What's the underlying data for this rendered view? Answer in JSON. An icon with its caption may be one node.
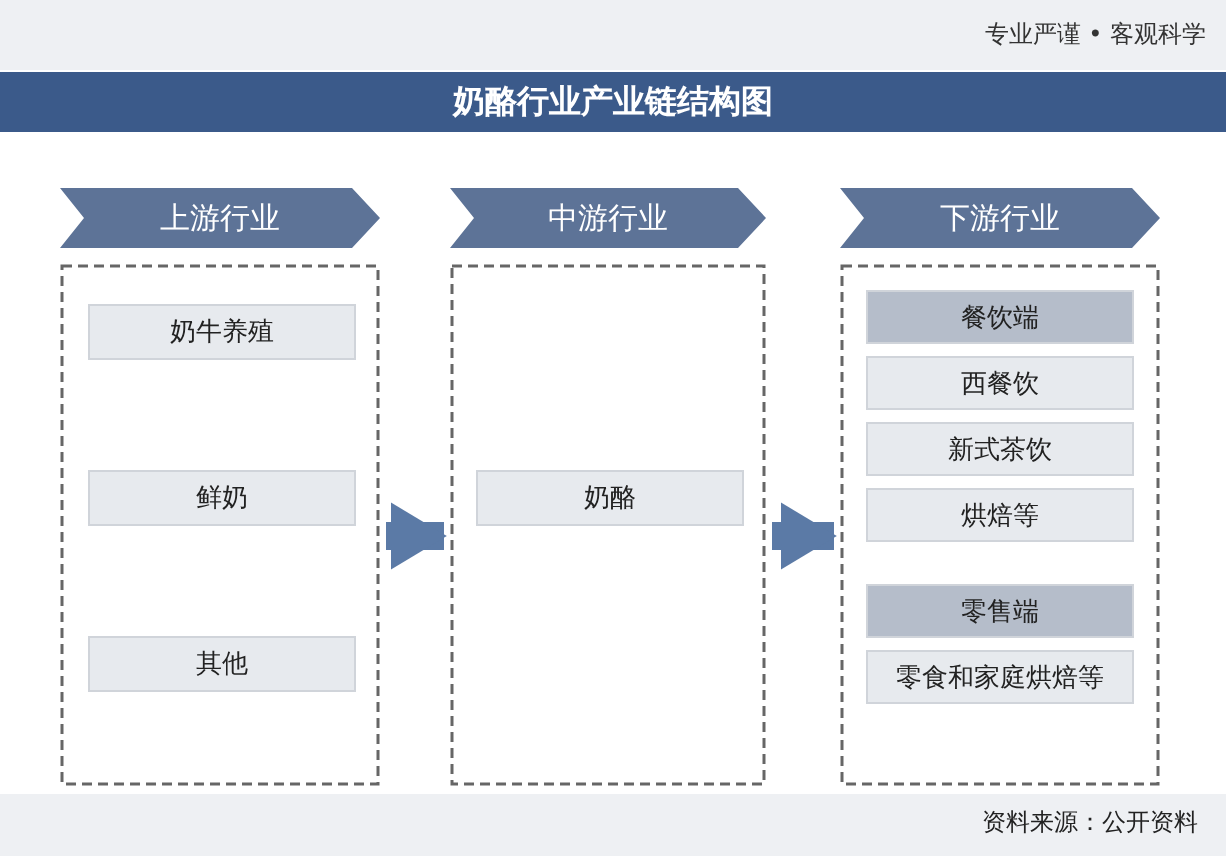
{
  "diagram": {
    "title": "奶酪行业产业链结构图",
    "nodes": [
      {
        "text": [
          "上游行业"
        ]
      },
      {
        "text": [
          "奶牛养殖"
        ],
        "in": 0
      },
      {
        "text": [
          "鲜奶"
        ],
        "in": 0
      },
      {
        "text": [
          "其他"
        ],
        "in": 0
      },
      {
        "text": [
          "中游行业"
        ]
      },
      {
        "text": [
          "奶酪"
        ],
        "in": 4
      },
      {
        "text": [
          "下游行业"
        ]
      },
      {
        "text": [
          "餐饮端"
        ],
        "in": 6
      },
      {
        "text": [
          "西餐饮"
        ],
        "in": 6
      },
      {
        "text": [
          "新式茶饮"
        ],
        "in": 6
      },
      {
        "text": [
          "烘焙等"
        ],
        "in": 6
      },
      {
        "text": [
          "零售端"
        ],
        "in": 6
      },
      {
        "text": [
          "零食和家庭烘焙等"
        ],
        "in": 6
      }
    ],
    "edges": [
      {
        "from": 0,
        "to": 4,
        "arrow": "to"
      },
      {
        "from": 4,
        "to": 6,
        "arrow": "to"
      }
    ],
    "labels": [
      "专业严谨 • 客观科学",
      "资料来源：公开资料"
    ]
  }
}
